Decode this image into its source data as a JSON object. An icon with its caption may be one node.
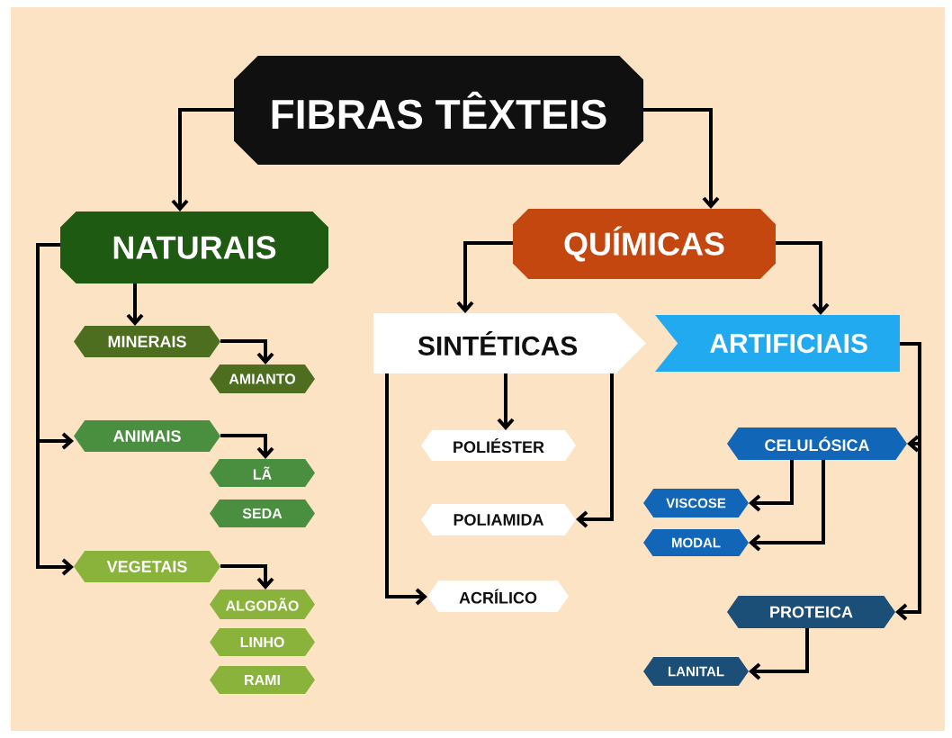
{
  "diagram": {
    "nodes": [
      {
        "text": [
          "FIBRAS TÊXTEIS"
        ]
      },
      {
        "text": [
          "NATURAIS"
        ]
      },
      {
        "text": [
          "QUÍMICAS"
        ]
      },
      {
        "text": [
          "MINERAIS"
        ]
      },
      {
        "text": [
          "AMIANTO"
        ]
      },
      {
        "text": [
          "ANIMAIS"
        ]
      },
      {
        "text": [
          "LÃ"
        ]
      },
      {
        "text": [
          "SEDA"
        ]
      },
      {
        "text": [
          "VEGETAIS"
        ]
      },
      {
        "text": [
          "ALGODÃO"
        ]
      },
      {
        "text": [
          "LINHO"
        ]
      },
      {
        "text": [
          "RAMI"
        ]
      },
      {
        "text": [
          "SINTÉTICAS"
        ]
      },
      {
        "text": [
          "ARTIFICIAIS"
        ]
      },
      {
        "text": [
          "POLIÉSTER"
        ]
      },
      {
        "text": [
          "POLIAMIDA"
        ]
      },
      {
        "text": [
          "ACRÍLICO"
        ]
      },
      {
        "text": [
          "CELULÓSICA"
        ]
      },
      {
        "text": [
          "VISCOSE"
        ]
      },
      {
        "text": [
          "MODAL"
        ]
      },
      {
        "text": [
          "PROTEICA"
        ]
      },
      {
        "text": [
          "LANITAL"
        ]
      }
    ],
    "edges": [
      {
        "from": 0,
        "to": 1,
        "arrow": "to"
      },
      {
        "from": 0,
        "to": 2,
        "arrow": "to"
      },
      {
        "from": 1,
        "to": 3,
        "arrow": "to"
      },
      {
        "from": 1,
        "to": 5,
        "arrow": "to"
      },
      {
        "from": 1,
        "to": 8,
        "arrow": "to"
      },
      {
        "from": 3,
        "to": 4,
        "arrow": "to"
      },
      {
        "from": 5,
        "to": 6,
        "arrow": "to"
      },
      {
        "from": 8,
        "to": 9,
        "arrow": "to"
      },
      {
        "from": 2,
        "to": 12,
        "arrow": "to"
      },
      {
        "from": 2,
        "to": 13,
        "arrow": "to"
      },
      {
        "from": 12,
        "to": 14,
        "arrow": "to"
      },
      {
        "from": 12,
        "to": 15,
        "arrow": "to"
      },
      {
        "from": 12,
        "to": 16,
        "arrow": "to"
      },
      {
        "from": 13,
        "to": 17,
        "arrow": "to"
      },
      {
        "from": 13,
        "to": 20,
        "arrow": "to"
      },
      {
        "from": 17,
        "to": 18,
        "arrow": "to"
      },
      {
        "from": 17,
        "to": 19,
        "arrow": "to"
      },
      {
        "from": 20,
        "to": 21,
        "arrow": "to"
      }
    ]
  }
}
